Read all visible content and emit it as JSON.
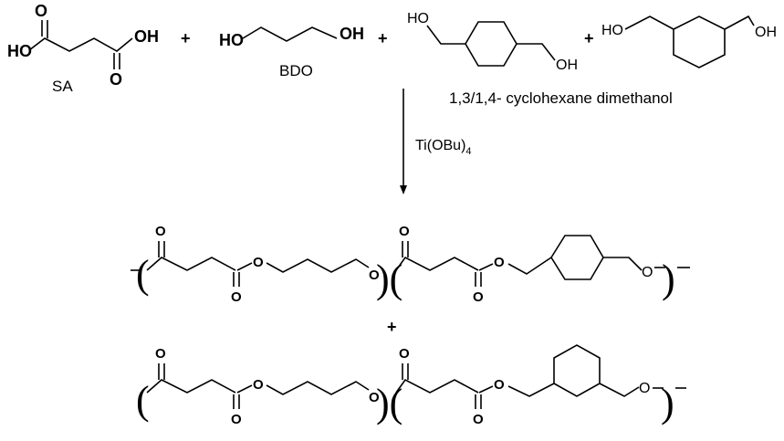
{
  "reactants": {
    "sa": {
      "label": "SA",
      "oh_left": "HO",
      "oh_right": "OH",
      "o_top": "O",
      "o_bottom": "O"
    },
    "bdo": {
      "label": "BDO",
      "ho": "HO",
      "oh": "OH"
    },
    "chdm": {
      "label": "1,3/1,4- cyclohexane dimethanol",
      "ho_14": "HO",
      "oh_14": "OH",
      "ho_13": "HO",
      "oh_13": "OH"
    },
    "plus_signs": [
      "+",
      "+",
      "+"
    ]
  },
  "reaction": {
    "catalyst_main": "Ti(OBu)",
    "catalyst_sub": "4"
  },
  "products": {
    "plus": "+",
    "p1": {
      "o_labels": [
        "O",
        "O",
        "O",
        "O",
        "O",
        "O",
        "O"
      ]
    },
    "p2": {
      "o_labels": [
        "O",
        "O",
        "O",
        "O",
        "O",
        "O",
        "O"
      ]
    }
  }
}
